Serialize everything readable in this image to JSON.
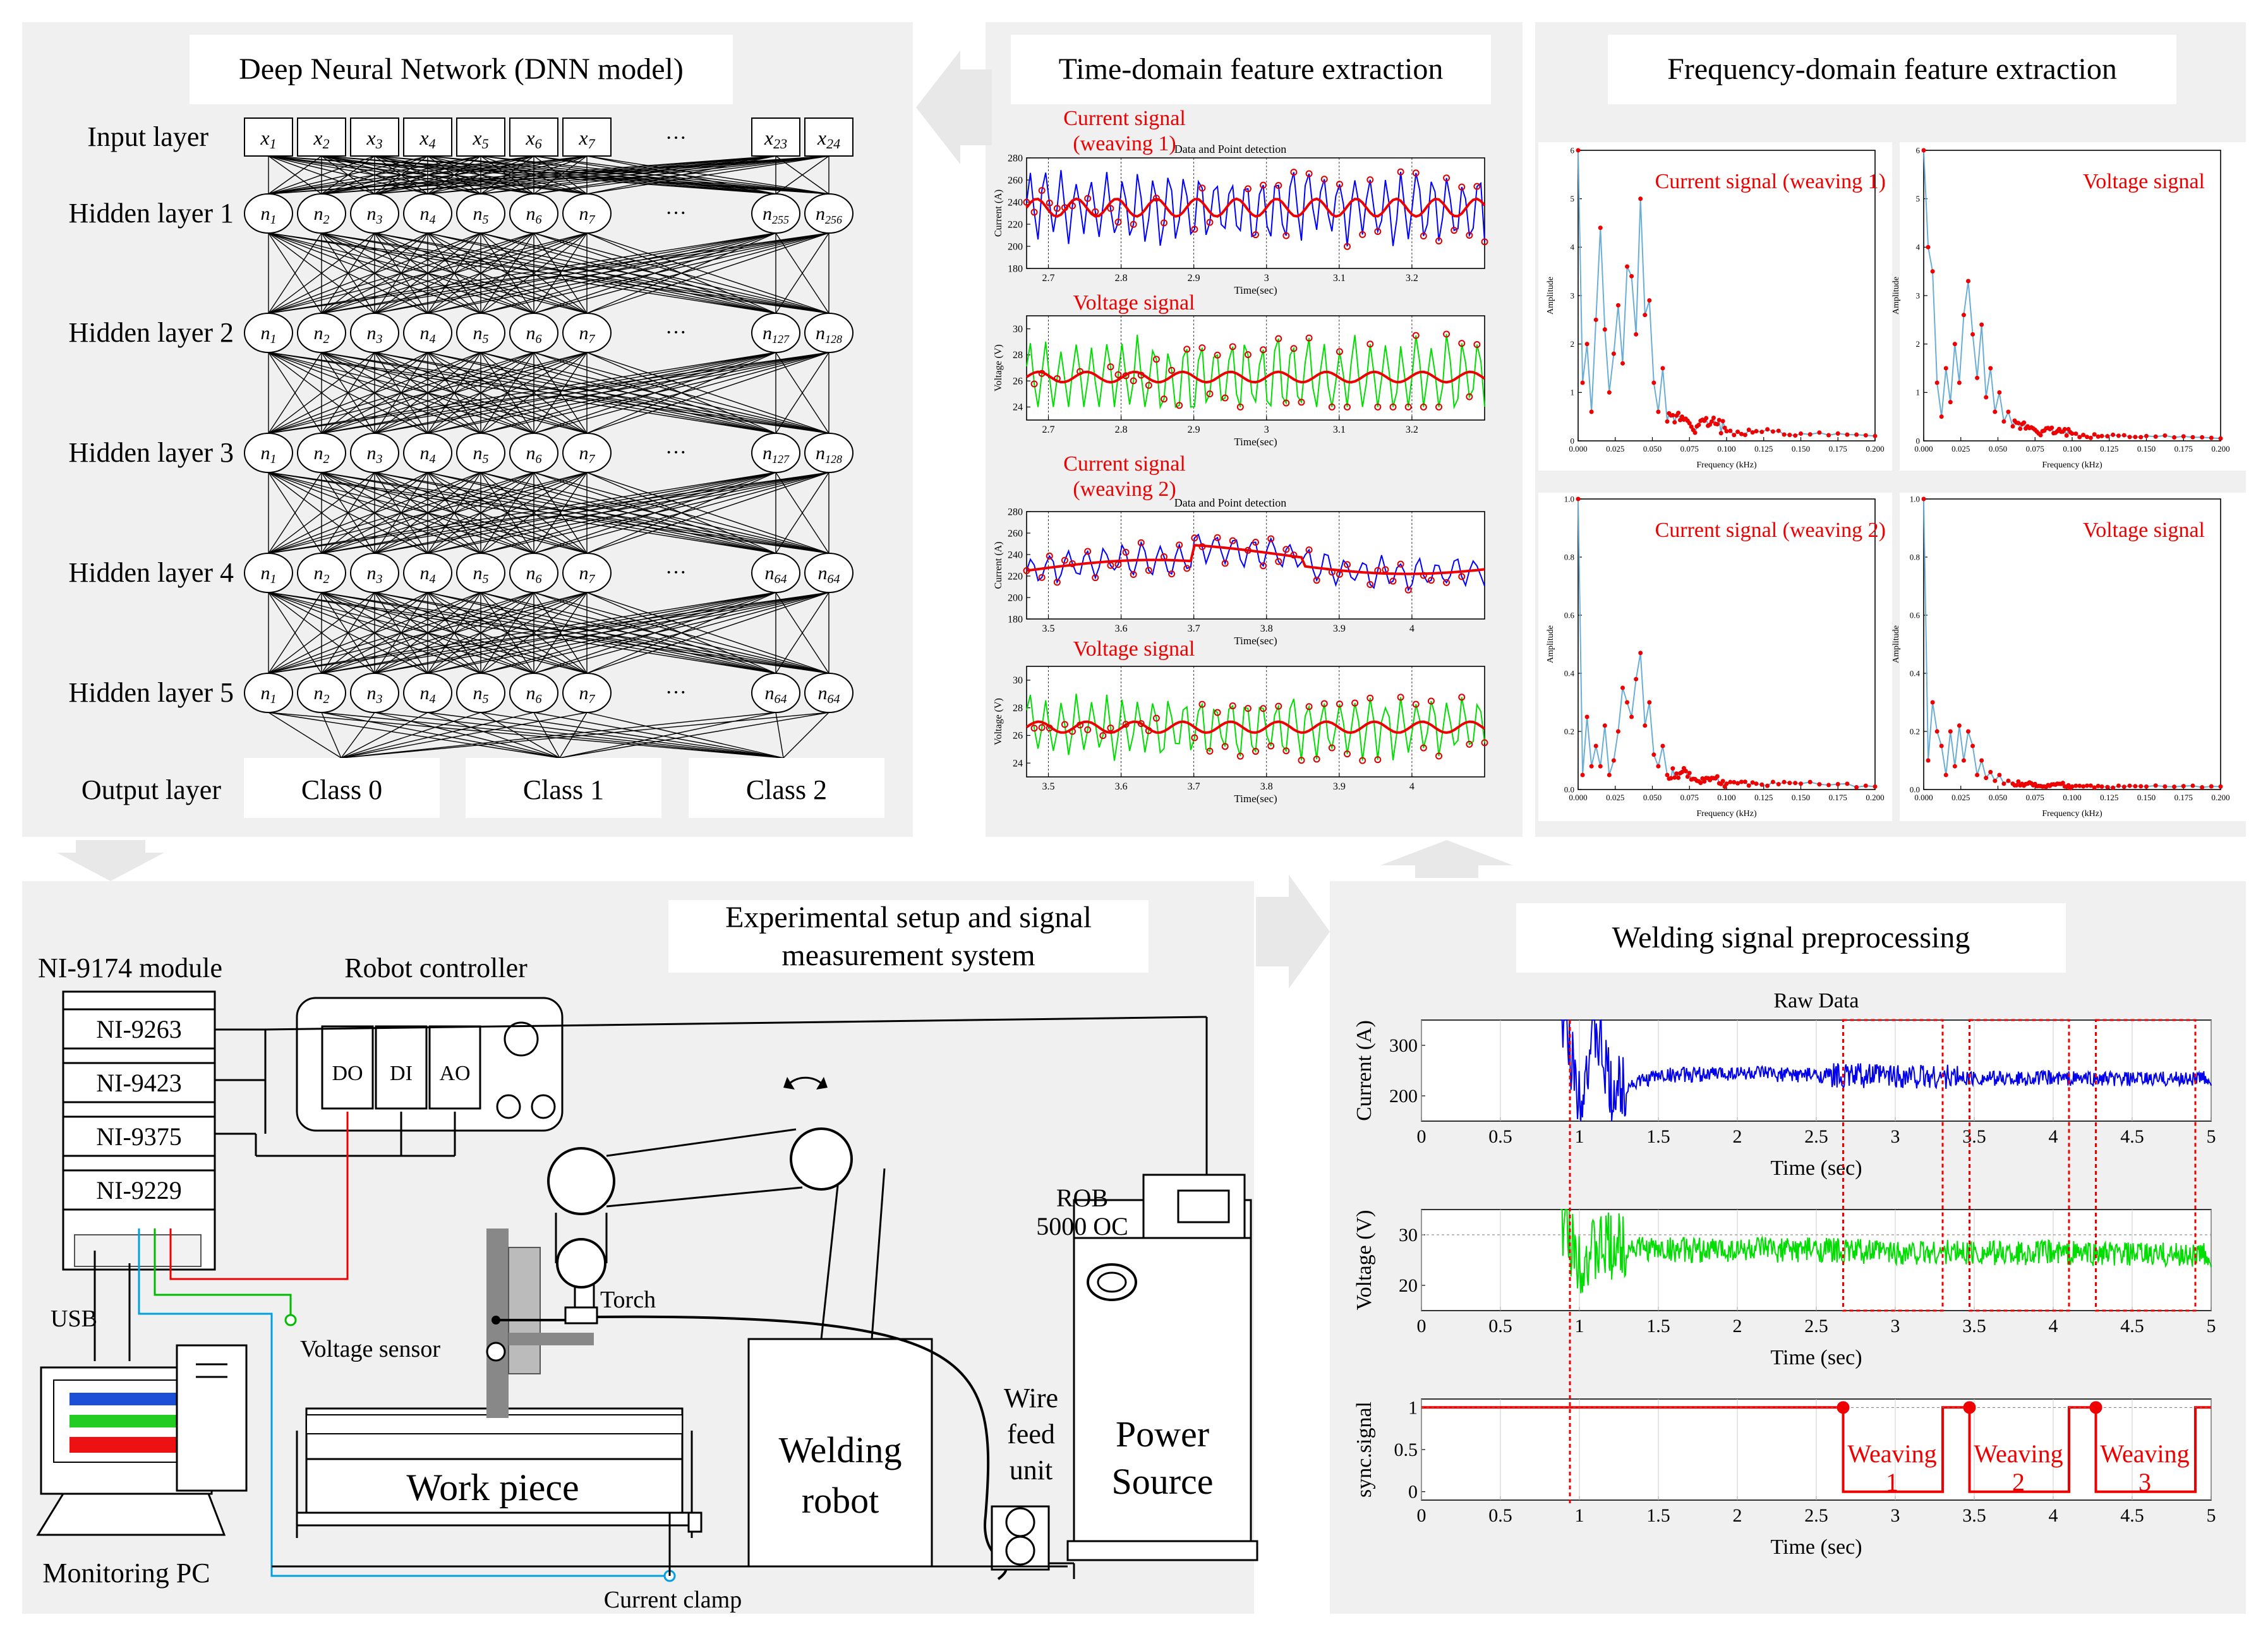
{
  "dnn": {
    "title": "Deep Neural Network (DNN model)",
    "input_label": "Input layer",
    "hidden_labels": [
      "Hidden layer 1",
      "Hidden layer 2",
      "Hidden layer 3",
      "Hidden layer 4",
      "Hidden layer 5"
    ],
    "output_label": "Output layer",
    "input_nodes": [
      "x1",
      "x2",
      "x3",
      "x4",
      "x5",
      "x6",
      "x7",
      "···",
      "x23",
      "x24"
    ],
    "hidden_nodes": [
      [
        "n1",
        "n2",
        "n3",
        "n4",
        "n5",
        "n6",
        "n7",
        "···",
        "n255",
        "n256"
      ],
      [
        "n1",
        "n2",
        "n3",
        "n4",
        "n5",
        "n6",
        "n7",
        "···",
        "n127",
        "n128"
      ],
      [
        "n1",
        "n2",
        "n3",
        "n4",
        "n5",
        "n6",
        "n7",
        "···",
        "n127",
        "n128"
      ],
      [
        "n1",
        "n2",
        "n3",
        "n4",
        "n5",
        "n6",
        "n7",
        "···",
        "n64",
        "n64"
      ],
      [
        "n1",
        "n2",
        "n3",
        "n4",
        "n5",
        "n6",
        "n7",
        "···",
        "n64",
        "n64"
      ]
    ],
    "classes": [
      "Class 0",
      "Class 1",
      "Class 2"
    ]
  },
  "time_domain": {
    "title": "Time-domain  feature extraction",
    "chart_title": "Data and Point detection",
    "xlabel": "Time(sec)",
    "current_ylabel": "Current (A)",
    "voltage_ylabel": "Voltage (V)",
    "label_current_1a": "Current signal",
    "label_current_1b": "(weaving 1)",
    "label_voltage_1": "Voltage signal",
    "label_current_2a": "Current signal",
    "label_current_2b": "(weaving 2)",
    "label_voltage_2": "Voltage signal"
  },
  "freq_domain": {
    "title": "Frequency-domain feature extraction",
    "xlabel": "Frequency (kHz)",
    "ylabel": "Amplitude",
    "labels": [
      "Current signal (weaving 1)",
      "Voltage signal",
      "Current signal (weaving 2)",
      "Voltage signal"
    ]
  },
  "setup": {
    "title_line1": "Experimental  setup and signal",
    "title_line2": "measurement  system",
    "ni_module": "NI-9174 module",
    "robot_controller": "Robot controller",
    "modules": [
      "NI-9263",
      "NI-9423",
      "NI-9375",
      "NI-9229"
    ],
    "io": [
      "DO",
      "DI",
      "AO"
    ],
    "usb": "USB",
    "monitoring_pc": "Monitoring PC",
    "voltage_sensor": "Voltage sensor",
    "torch": "Torch",
    "work_piece": "Work piece",
    "welding_robot_1": "Welding",
    "welding_robot_2": "robot",
    "wire_feed": [
      "Wire",
      "feed",
      "unit"
    ],
    "power_source_1": "Power",
    "power_source_2": "Source",
    "rob_1": "ROB",
    "rob_2": "5000 OC",
    "current_clamp": "Current clamp"
  },
  "preprocessing": {
    "title": "Welding signal preprocessing",
    "raw_title": "Raw Data",
    "xlabel": "Time (sec)",
    "current_ylabel": "Current (A)",
    "voltage_ylabel": "Voltage (V)",
    "sync_ylabel": "sync.signal",
    "weaving": [
      [
        "Weaving",
        "1"
      ],
      [
        "Weaving",
        "2"
      ],
      [
        "Weaving",
        "3"
      ]
    ]
  },
  "chart_data": [
    {
      "type": "line",
      "id": "raw-current",
      "title": "Raw Data",
      "xlabel": "Time (sec)",
      "ylabel": "Current (A)",
      "xlim": [
        0,
        5
      ],
      "ylim": [
        150,
        350
      ],
      "x_ticks": [
        "0",
        "0.5",
        "1",
        "1.5",
        "2",
        "2.5",
        "3",
        "3.5",
        "4",
        "4.5",
        "5"
      ],
      "y_ticks": [
        "200",
        "300"
      ],
      "series": [
        {
          "x": [
            0.9,
            1.0,
            1.1,
            1.2,
            1.5,
            2.0,
            2.5,
            3.0,
            3.5,
            4.0,
            4.5,
            5.0
          ],
          "values": [
            350,
            200,
            330,
            210,
            240,
            245,
            240,
            240,
            235,
            235,
            232,
            235
          ]
        }
      ]
    },
    {
      "type": "line",
      "id": "raw-voltage",
      "xlabel": "Time (sec)",
      "ylabel": "Voltage (V)",
      "xlim": [
        0,
        5
      ],
      "ylim": [
        15,
        35
      ],
      "x_ticks": [
        "0",
        "0.5",
        "1",
        "1.5",
        "2",
        "2.5",
        "3",
        "3.5",
        "4",
        "4.5",
        "5"
      ],
      "y_ticks": [
        "20",
        "30"
      ],
      "series": [
        {
          "x": [
            0.85,
            1.0,
            1.2,
            1.5,
            2.0,
            2.5,
            3.0,
            3.5,
            4.0,
            4.5,
            5.0
          ],
          "values": [
            35,
            25,
            28,
            27,
            27,
            27,
            26.5,
            26.5,
            26.5,
            26,
            26
          ]
        }
      ]
    },
    {
      "type": "line",
      "id": "sync-signal",
      "xlabel": "Time (sec)",
      "ylabel": "sync.signal",
      "xlim": [
        0,
        5
      ],
      "ylim": [
        -0.1,
        1.1
      ],
      "x_ticks": [
        "0",
        "0.5",
        "1",
        "1.5",
        "2",
        "2.5",
        "3",
        "3.5",
        "4",
        "4.5",
        "5"
      ],
      "y_ticks": [
        "0",
        "0.5",
        "1"
      ],
      "series": [
        {
          "x": [
            0,
            2.67,
            2.67,
            3.3,
            3.3,
            3.47,
            3.47,
            4.1,
            4.1,
            4.27,
            4.27,
            4.9,
            4.9,
            5.0
          ],
          "values": [
            1,
            1,
            0,
            0,
            1,
            1,
            0,
            0,
            1,
            1,
            0,
            0,
            1,
            1
          ]
        }
      ]
    },
    {
      "type": "line",
      "id": "td-current-1",
      "title": "Data and Point detection",
      "xlabel": "Time(sec)",
      "ylabel": "Current (A)",
      "xlim": [
        2.67,
        3.3
      ],
      "ylim": [
        180,
        280
      ],
      "x_ticks": [
        "2.7",
        "2.8",
        "2.9",
        "3",
        "3.1",
        "3.2"
      ],
      "y_ticks": [
        "180",
        "200",
        "220",
        "240",
        "260",
        "280"
      ]
    },
    {
      "type": "line",
      "id": "td-voltage-1",
      "xlabel": "Time(sec)",
      "ylabel": "Voltage (V)",
      "xlim": [
        2.67,
        3.3
      ],
      "ylim": [
        23,
        31
      ],
      "x_ticks": [
        "2.7",
        "2.8",
        "2.9",
        "3",
        "3.1",
        "3.2"
      ],
      "y_ticks": [
        "24",
        "26",
        "28",
        "30"
      ]
    },
    {
      "type": "line",
      "id": "td-current-2",
      "title": "Data and Point detection",
      "xlabel": "Time(sec)",
      "ylabel": "Current (A)",
      "xlim": [
        3.47,
        4.1
      ],
      "ylim": [
        180,
        280
      ],
      "x_ticks": [
        "3.5",
        "3.6",
        "3.7",
        "3.8",
        "3.9",
        "4"
      ],
      "y_ticks": [
        "180",
        "200",
        "220",
        "240",
        "260",
        "280"
      ]
    },
    {
      "type": "line",
      "id": "td-voltage-2",
      "xlabel": "Time(sec)",
      "ylabel": "Voltage (V)",
      "xlim": [
        3.47,
        4.1
      ],
      "ylim": [
        23,
        31
      ],
      "x_ticks": [
        "3.5",
        "3.6",
        "3.7",
        "3.8",
        "3.9",
        "4"
      ],
      "y_ticks": [
        "24",
        "26",
        "28",
        "30"
      ]
    },
    {
      "type": "line",
      "id": "fft-current-1",
      "xlabel": "Frequency (kHz)",
      "ylabel": "Amplitude",
      "xlim": [
        0,
        0.2
      ],
      "ylim": [
        0,
        6
      ],
      "x_ticks": [
        "0.000",
        "0.025",
        "0.050",
        "0.075",
        "0.100",
        "0.125",
        "0.150",
        "0.175",
        "0.200"
      ],
      "y_ticks": [
        "0",
        "1",
        "2",
        "3",
        "4",
        "5",
        "6"
      ],
      "series": [
        {
          "x": [
            0.0,
            0.003,
            0.006,
            0.009,
            0.012,
            0.015,
            0.018,
            0.021,
            0.024,
            0.027,
            0.03,
            0.033,
            0.036,
            0.039,
            0.042,
            0.045,
            0.048,
            0.051,
            0.054,
            0.057,
            0.06,
            0.07,
            0.08,
            0.09,
            0.1,
            0.12,
            0.15,
            0.2
          ],
          "values": [
            6.0,
            1.2,
            2.0,
            0.6,
            2.5,
            4.4,
            2.3,
            1.0,
            1.8,
            2.8,
            1.6,
            3.6,
            3.4,
            2.2,
            5.0,
            2.6,
            2.9,
            1.2,
            0.6,
            1.5,
            0.4,
            0.5,
            0.3,
            0.4,
            0.2,
            0.2,
            0.15,
            0.1
          ]
        }
      ]
    },
    {
      "type": "line",
      "id": "fft-voltage-1",
      "xlabel": "Frequency (kHz)",
      "ylabel": "Amplitude",
      "xlim": [
        0,
        0.2
      ],
      "ylim": [
        0,
        6
      ],
      "x_ticks": [
        "0.000",
        "0.025",
        "0.050",
        "0.075",
        "0.100",
        "0.125",
        "0.150",
        "0.175",
        "0.200"
      ],
      "y_ticks": [
        "0",
        "1",
        "2",
        "3",
        "4",
        "5",
        "6"
      ],
      "series": [
        {
          "x": [
            0.0,
            0.003,
            0.006,
            0.009,
            0.012,
            0.015,
            0.018,
            0.021,
            0.024,
            0.027,
            0.03,
            0.033,
            0.036,
            0.039,
            0.042,
            0.045,
            0.048,
            0.051,
            0.054,
            0.057,
            0.06,
            0.07,
            0.08,
            0.09,
            0.1,
            0.12,
            0.15,
            0.2
          ],
          "values": [
            6.0,
            4.0,
            3.5,
            1.2,
            0.5,
            1.5,
            0.8,
            2.0,
            1.2,
            2.6,
            3.3,
            2.2,
            1.3,
            2.4,
            0.9,
            1.5,
            0.6,
            1.0,
            0.4,
            0.6,
            0.3,
            0.3,
            0.2,
            0.2,
            0.15,
            0.1,
            0.1,
            0.05
          ]
        }
      ]
    },
    {
      "type": "line",
      "id": "fft-current-2",
      "xlabel": "Frequency (kHz)",
      "ylabel": "Amplitude",
      "xlim": [
        0,
        0.2
      ],
      "ylim": [
        0,
        1.0
      ],
      "x_ticks": [
        "0.000",
        "0.025",
        "0.050",
        "0.075",
        "0.100",
        "0.125",
        "0.150",
        "0.175",
        "0.200"
      ],
      "y_ticks": [
        "0.0",
        "0.2",
        "0.4",
        "0.6",
        "0.8",
        "1.0"
      ],
      "series": [
        {
          "x": [
            0.0,
            0.003,
            0.006,
            0.009,
            0.012,
            0.015,
            0.018,
            0.021,
            0.024,
            0.027,
            0.03,
            0.033,
            0.036,
            0.039,
            0.042,
            0.045,
            0.048,
            0.051,
            0.054,
            0.057,
            0.06,
            0.07,
            0.08,
            0.09,
            0.1,
            0.12,
            0.15,
            0.2
          ],
          "values": [
            1.0,
            0.05,
            0.25,
            0.08,
            0.15,
            0.08,
            0.22,
            0.05,
            0.1,
            0.2,
            0.35,
            0.3,
            0.25,
            0.38,
            0.47,
            0.22,
            0.3,
            0.12,
            0.08,
            0.15,
            0.05,
            0.06,
            0.03,
            0.04,
            0.02,
            0.02,
            0.02,
            0.01
          ]
        }
      ]
    },
    {
      "type": "line",
      "id": "fft-voltage-2",
      "xlabel": "Frequency (kHz)",
      "ylabel": "Amplitude",
      "xlim": [
        0,
        0.2
      ],
      "ylim": [
        0,
        1.0
      ],
      "x_ticks": [
        "0.000",
        "0.025",
        "0.050",
        "0.075",
        "0.100",
        "0.125",
        "0.150",
        "0.175",
        "0.200"
      ],
      "y_ticks": [
        "0.0",
        "0.2",
        "0.4",
        "0.6",
        "0.8",
        "1.0"
      ],
      "series": [
        {
          "x": [
            0.0,
            0.003,
            0.006,
            0.009,
            0.012,
            0.015,
            0.018,
            0.021,
            0.024,
            0.027,
            0.03,
            0.033,
            0.036,
            0.039,
            0.042,
            0.045,
            0.048,
            0.051,
            0.054,
            0.057,
            0.06,
            0.07,
            0.08,
            0.09,
            0.1,
            0.12,
            0.15,
            0.2
          ],
          "values": [
            1.0,
            0.1,
            0.3,
            0.2,
            0.15,
            0.05,
            0.2,
            0.08,
            0.22,
            0.1,
            0.2,
            0.15,
            0.05,
            0.1,
            0.04,
            0.06,
            0.03,
            0.05,
            0.02,
            0.03,
            0.02,
            0.02,
            0.01,
            0.02,
            0.01,
            0.01,
            0.01,
            0.01
          ]
        }
      ]
    }
  ]
}
